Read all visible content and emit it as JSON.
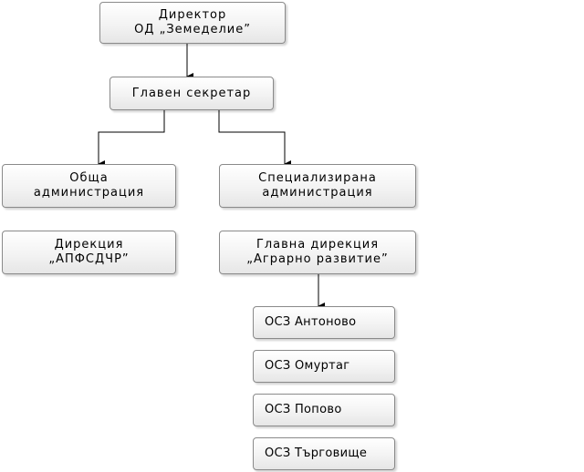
{
  "nodes": {
    "director": {
      "line1": "Директор",
      "line2": "ОД „Земеделие”"
    },
    "secretary": {
      "line1": "Главен секретар"
    },
    "general_admin": {
      "line1": "Обща",
      "line2": "администрация"
    },
    "specialized_admin": {
      "line1": "Специализирана",
      "line2": "администрация"
    },
    "directorate_apfsdchr": {
      "line1": "Дирекция",
      "line2": "„АПФСДЧР”"
    },
    "main_directorate": {
      "line1": "Главна дирекция",
      "line2": "„Аграрно развитие”"
    },
    "osz_antonovo": {
      "line1": "ОСЗ Антоново"
    },
    "osz_omurtag": {
      "line1": "ОСЗ Омуртаг"
    },
    "osz_popovo": {
      "line1": "ОСЗ Попово"
    },
    "osz_targovishte": {
      "line1": "ОСЗ Търговище"
    }
  },
  "colors": {
    "border": "#8a8a8a",
    "connector": "#000000"
  }
}
